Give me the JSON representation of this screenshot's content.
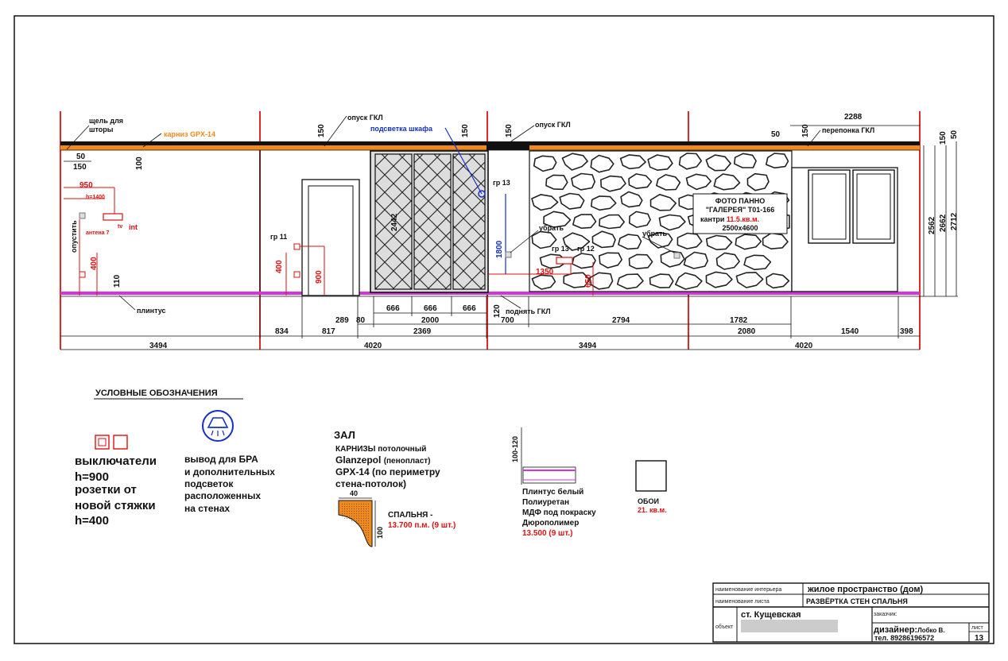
{
  "plan": {
    "label_curtain_gap": "щель для",
    "label_curtain_gap2": "шторы",
    "label_cornice": "карниз GPX-14",
    "label_gkl_down_1": "опуск ГКЛ",
    "label_wardrobe_light": "подсветка шкафа",
    "label_gkl_down_2": "опуск ГКЛ",
    "label_gkl_partition": "перепонка ГКЛ",
    "label_skirting": "плинтус",
    "label_raise_gkl": "поднять ГКЛ",
    "label_lower": "опустить",
    "label_remove_1": "убрать",
    "label_remove_2": "убрать",
    "label_gr11": "гр 11",
    "label_gr13a": "гр 13",
    "label_gr13b": "гр 13",
    "label_gr12": "гр 12",
    "label_h1400": "h=1400",
    "label_tv": "tv",
    "label_int": "int",
    "label_antenna": "антена 7",
    "panel_line1": "ФОТО ПАННО",
    "panel_line2": "\"ГАЛЕРЕЯ\" T01-166",
    "panel_line3a": "кантри ",
    "panel_line3b": "11.5.кв.м.",
    "panel_line4": "2500x4600",
    "dims": {
      "d50a": "50",
      "d150a": "150",
      "d100": "100",
      "d950": "950",
      "d400a": "400",
      "d110": "110",
      "d150b": "150",
      "d150c": "150",
      "d150d": "150",
      "d50b": "50",
      "d2288": "2288",
      "d150e": "150",
      "d50c": "50",
      "d400b": "400",
      "d900": "900",
      "d2442": "2442",
      "d1800": "1800",
      "d1350": "1350",
      "d650": "650",
      "d2562": "2562",
      "d2662": "2662",
      "d2712": "2712",
      "d289": "289",
      "d80": "80",
      "d666a": "666",
      "d666b": "666",
      "d666c": "666",
      "d120": "120",
      "d834": "834",
      "d817": "817",
      "d2000": "2000",
      "d2369": "2369",
      "d700": "700",
      "d2794": "2794",
      "d1782": "1782",
      "d2080": "2080",
      "d1540": "1540",
      "d398": "398",
      "d3494a": "3494",
      "d4020a": "4020",
      "d3494b": "3494",
      "d4020b": "4020"
    }
  },
  "legend": {
    "title": "УСЛОВНЫЕ ОБОЗНАЧЕНИЯ",
    "switch_1": "выключатели",
    "switch_2": "h=900",
    "switch_3": "розетки от",
    "switch_4": "новой стяжки",
    "switch_5": "h=400",
    "bra_1": "вывод для БРА",
    "bra_2": "и дополнительных",
    "bra_3": "подсветок",
    "bra_4": "расположенных",
    "bra_5": "на стенах",
    "hall": "ЗАЛ",
    "cornice_1": "КАРНИЗЫ потолочный",
    "cornice_2a": "Glanzepol ",
    "cornice_2b": "(пенопласт)",
    "cornice_3": "GPX-14  (по периметру",
    "cornice_4": "стена-потолок)",
    "cornice_40": "40",
    "cornice_100": "100",
    "bedroom": "СПАЛЬНЯ  -",
    "bedroom_qty": "13.700 п.м. (9 шт.)",
    "skirt_dim": "100-120",
    "skirt_1": "Плинтус белый",
    "skirt_2": "Полиуретан",
    "skirt_3": "МДФ под покраску",
    "skirt_4": "Дюрополимер",
    "skirt_qty": "13.500 (9 шт.)",
    "wallpaper": "ОБОИ",
    "wallpaper_qty": "21. кв.м."
  },
  "titleblock": {
    "row1_label": "наименование интерьера",
    "row1_value": "жилое пространство (дом)",
    "row2_label": "наименование листа",
    "row2_value": "РАЗВЁРТКА СТЕН СПАЛЬНЯ",
    "object_label": "объект",
    "object_value": "ст. Кущевская",
    "customer_label": "заказчик:",
    "designer_label": "дизайнер:",
    "designer_name": "Лобко В.",
    "phone": "тел. 89286196572",
    "sheet_label": "лист",
    "sheet_no": "13"
  },
  "colors": {
    "red": "#d11111",
    "orange": "#f08a1c",
    "magenta": "#d633e0",
    "blue": "#1330c8"
  }
}
